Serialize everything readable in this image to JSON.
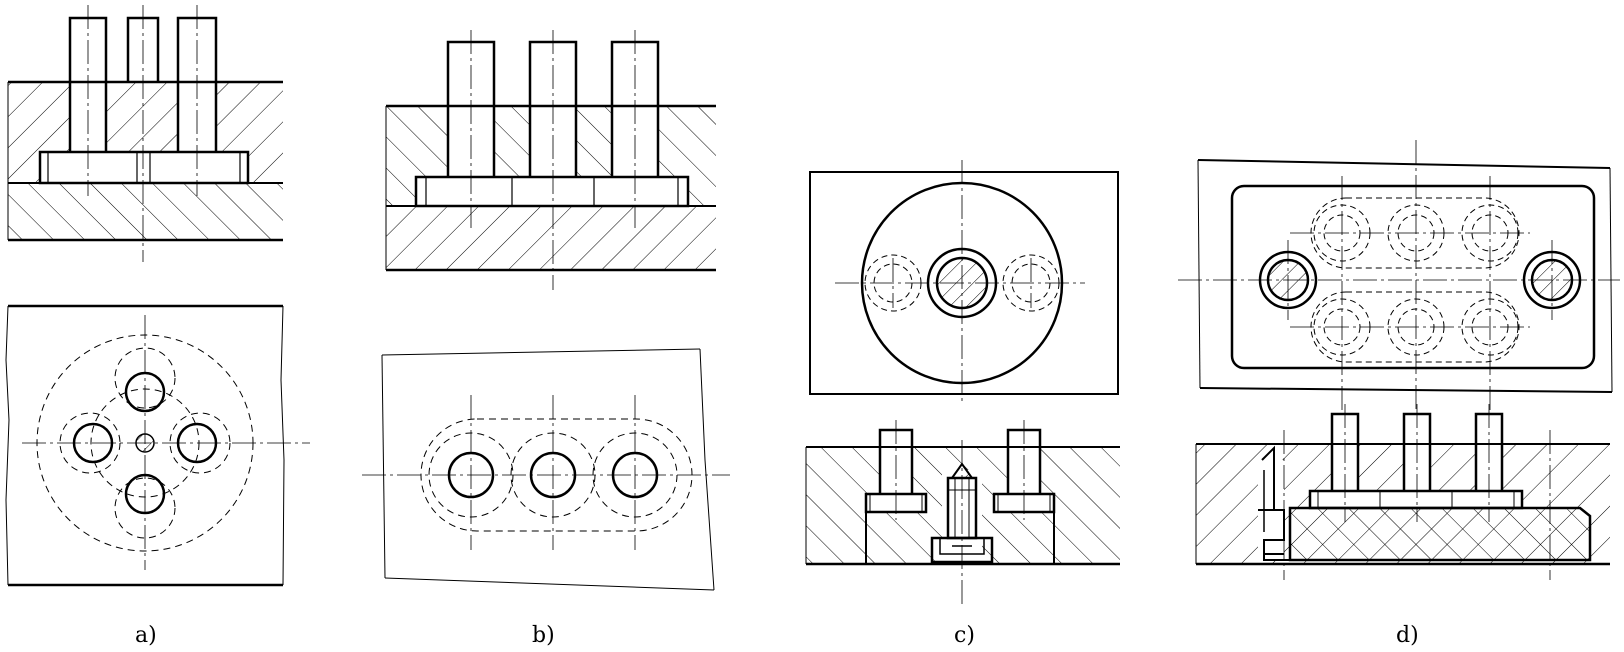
{
  "captions": {
    "a": "a)",
    "b": "b)",
    "c": "c)",
    "d": "d)"
  },
  "colors": {
    "ink": "#000000",
    "paper": "#ffffff"
  }
}
